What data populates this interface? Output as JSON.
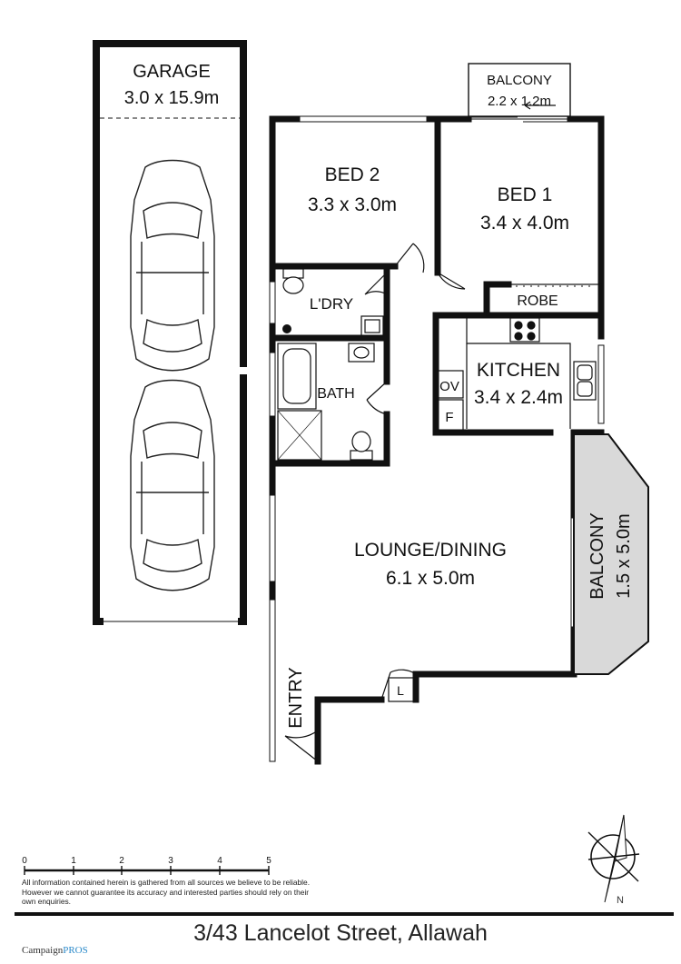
{
  "rooms": {
    "garage": {
      "name": "GARAGE",
      "dims": "3.0 x 15.9m"
    },
    "balcony_top": {
      "name": "BALCONY",
      "dims": "2.2 x 1.2m"
    },
    "bed2": {
      "name": "BED 2",
      "dims": "3.3 x 3.0m"
    },
    "bed1": {
      "name": "BED 1",
      "dims": "3.4 x 4.0m"
    },
    "laundry": {
      "name": "L'DRY"
    },
    "robe": {
      "name": "ROBE"
    },
    "bath": {
      "name": "BATH"
    },
    "kitchen": {
      "name": "KITCHEN",
      "dims": "3.4 x 2.4m"
    },
    "oven": {
      "name": "OV"
    },
    "fridge": {
      "name": "F"
    },
    "lounge": {
      "name": "LOUNGE/DINING",
      "dims": "6.1 x 5.0m"
    },
    "balcony_side": {
      "name": "BALCONY",
      "dims": "1.5 x 5.0m"
    },
    "linen": {
      "name": "L"
    },
    "entry": {
      "name": "ENTRY"
    }
  },
  "scale": {
    "ticks": [
      "0",
      "1",
      "2",
      "3",
      "4",
      "5"
    ]
  },
  "compass": {
    "label": "N"
  },
  "disclaimer": "All information contained herein is gathered from all sources we believe to be reliable. However we cannot guarantee its accuracy and interested parties should rely on their own enquiries.",
  "address": "3/43 Lancelot Street, Allawah",
  "brand": {
    "prefix": "Campaign",
    "accent": "PROS"
  },
  "colors": {
    "wall": "#111111",
    "balcony_fill": "#d9d9d9",
    "brand_accent": "#2a89c9"
  }
}
